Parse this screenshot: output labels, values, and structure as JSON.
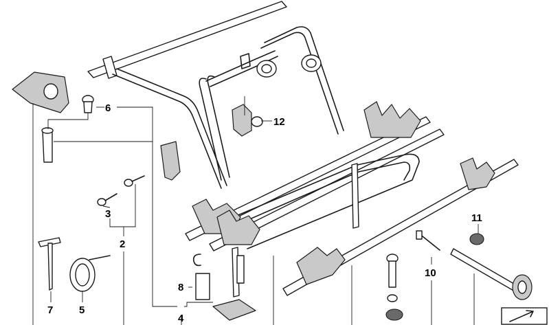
{
  "diagram": {
    "callouts": [
      {
        "id": "c6",
        "label": "6"
      },
      {
        "id": "c12",
        "label": "12"
      },
      {
        "id": "c3",
        "label": "3"
      },
      {
        "id": "c2",
        "label": "2"
      },
      {
        "id": "c11",
        "label": "11"
      },
      {
        "id": "c10",
        "label": "10"
      },
      {
        "id": "c8",
        "label": "8"
      },
      {
        "id": "c7",
        "label": "7"
      },
      {
        "id": "c5",
        "label": "5"
      },
      {
        "id": "c4",
        "label": "4"
      }
    ]
  }
}
